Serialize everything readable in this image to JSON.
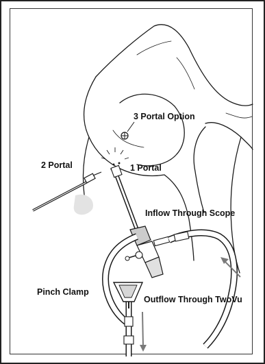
{
  "labels": {
    "three_portal": "3 Portal Option",
    "two_portal": "2 Portal",
    "one_portal": "1 Portal",
    "inflow": "Inflow Through Scope",
    "pinch_clamp": "Pinch Clamp",
    "outflow": "Outflow Through TwoVu"
  },
  "colors": {
    "line": "#1a1a1a",
    "arrow": "#7a7a7a",
    "shade": "#d9d9d9"
  }
}
